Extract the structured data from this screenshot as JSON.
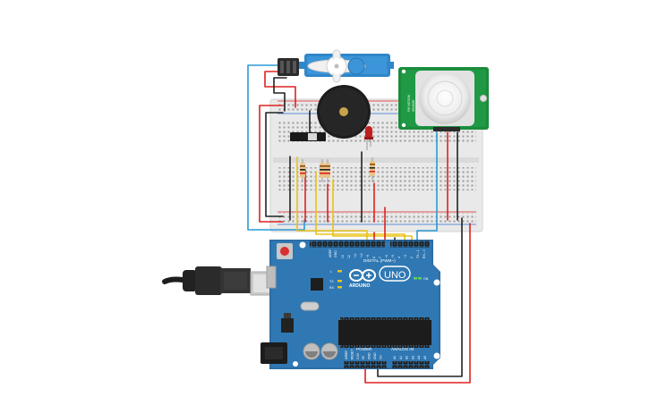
{
  "circuit": {
    "arduino": {
      "logo": "ARDUINO",
      "model": "UNO",
      "digital_header": "DIGITAL (PWM~)",
      "power_header": "POWER",
      "analog_header": "ANALOG IN",
      "tx_label": "TX",
      "rx_label": "RX",
      "l_label": "L",
      "on_label": "ON",
      "aref_label": "AREF",
      "gnd_label": "GND",
      "digital_pins": [
        "13",
        "12",
        "~11",
        "~10",
        "~9",
        "8",
        "7",
        "~6",
        "~5",
        "4",
        "~3",
        "2",
        "TX→1",
        "RX←0"
      ],
      "power_pins": [
        "IOREF",
        "RESET",
        "3.3V",
        "5V",
        "GND",
        "GND",
        "Vin"
      ],
      "analog_pins": [
        "A0",
        "A1",
        "A2",
        "A3",
        "A4",
        "A5"
      ]
    },
    "pir_sensor": {
      "side_text_1": "PIR MOTION",
      "side_text_2": "SENSOR"
    },
    "components": [
      "servo",
      "piezo-buzzer",
      "slide-switch",
      "red-led",
      "resistors",
      "breadboard",
      "pir-sensor",
      "usb-cable",
      "arduino-uno"
    ],
    "colors": {
      "board": "#2d6ea6",
      "pir_pcb": "#1a8c3c",
      "servo": "#2f86c8",
      "wire_red": "#e02020",
      "wire_black": "#222222",
      "wire_yellow": "#e8c21a",
      "wire_blue": "#2a9ad6"
    }
  }
}
